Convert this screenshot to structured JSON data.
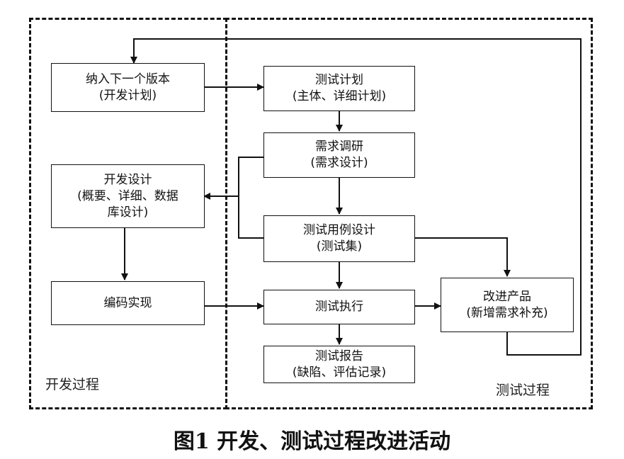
{
  "regions": {
    "dev": {
      "label": "开发过程"
    },
    "test": {
      "label": "测试过程"
    }
  },
  "nodes": {
    "next_version": {
      "line1": "纳入下一个版本",
      "line2": "(开发计划)"
    },
    "dev_design": {
      "line1": "开发设计",
      "line2": "(概要、详细、数据",
      "line3": "库设计)"
    },
    "coding": {
      "line1": "编码实现"
    },
    "test_plan": {
      "line1": "测试计划",
      "line2": "(主体、详细计划)"
    },
    "requirements": {
      "line1": "需求调研",
      "line2": "(需求设计)"
    },
    "test_case_design": {
      "line1": "测试用例设计",
      "line2": "(测试集)"
    },
    "test_execution": {
      "line1": "测试执行"
    },
    "test_report": {
      "line1": "测试报告",
      "line2": "(缺陷、评估记录)"
    },
    "improve_product": {
      "line1": "改进产品",
      "line2": "(新增需求补充)"
    }
  },
  "caption": "图1  开发、测试过程改进活动"
}
